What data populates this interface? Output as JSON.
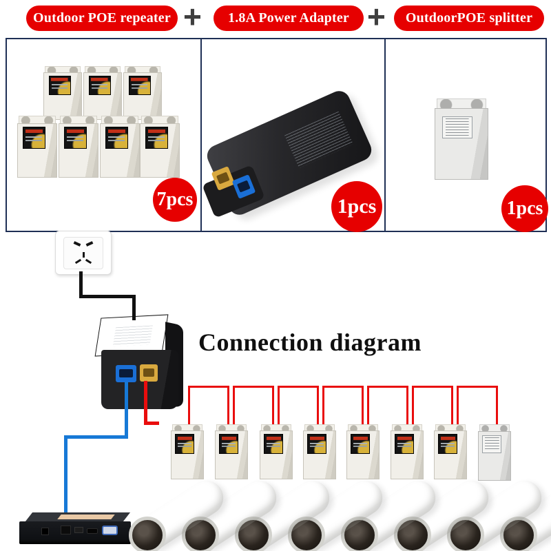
{
  "header": {
    "plus": "+",
    "products": [
      {
        "label": "Outdoor POE repeater"
      },
      {
        "label": "1.8A Power Adapter"
      },
      {
        "label": "OutdoorPOE splitter"
      }
    ]
  },
  "panels": {
    "repeater": {
      "qty_label": "7pcs",
      "count": 7
    },
    "adapter": {
      "qty_label": "1pcs",
      "count": 1
    },
    "splitter": {
      "qty_label": "1pcs",
      "count": 1
    }
  },
  "diagram": {
    "title": "Connection diagram",
    "repeater_count": 7,
    "splitter_count": 1,
    "camera_count": 8,
    "devices": [
      "wall-socket",
      "poe-power-adapter",
      "poe-repeaters",
      "poe-splitter",
      "nvr",
      "ip-cameras"
    ],
    "wire_colors": {
      "power": "#111111",
      "lan_to_nvr": "#1779d6",
      "poe_chain": "#e90d0d"
    }
  },
  "colors": {
    "accent_red": "#e60000",
    "panel_border": "#1e2f55",
    "plus_gray": "#3f3f3f",
    "lan_port_blue": "#1a6fd6",
    "poe_port_yellow": "#d9a93f"
  }
}
